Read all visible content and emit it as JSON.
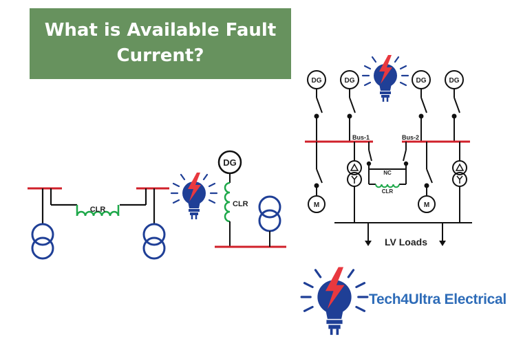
{
  "title": {
    "line1": "What is Available Fault",
    "line2": "Current?",
    "background": "#67925e"
  },
  "left_diagram": {
    "reactor_label": "CLR"
  },
  "middle_diagram": {
    "generator_label": "DG",
    "reactor_label": "CLR"
  },
  "right_diagram": {
    "generator_labels": [
      "DG",
      "DG",
      "DG",
      "DG"
    ],
    "bus1_label": "Bus-1",
    "bus2_label": "Bus-2",
    "tie_label": "NC",
    "reactor_label": "CLR",
    "motor_labels": [
      "M",
      "M"
    ],
    "load_label": "LV Loads"
  },
  "brand": {
    "name": "Tech4Ultra Electrical",
    "logo_icon": "lightning-bulb-icon",
    "color": "#2e6cb8"
  },
  "colors": {
    "bus": "#d0202a",
    "reactor": "#1ea84a",
    "bulb": "#1f3f96",
    "bolt": "#e8383f"
  }
}
